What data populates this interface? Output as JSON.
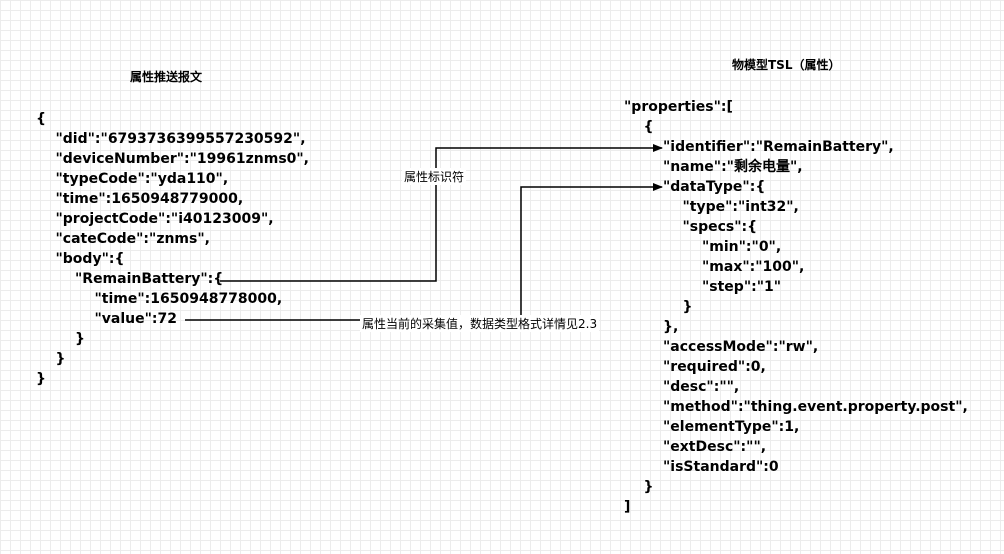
{
  "left_panel": {
    "title": "属性推送报文",
    "lines": [
      "{",
      "    \"did\":\"6793736399557230592\",",
      "    \"deviceNumber\":\"19961znms0\",",
      "    \"typeCode\":\"yda110\",",
      "    \"time\":1650948779000,",
      "    \"projectCode\":\"i40123009\",",
      "    \"cateCode\":\"znms\",",
      "    \"body\":{",
      "        \"RemainBattery\":{",
      "            \"time\":1650948778000,",
      "            \"value\":72",
      "        }",
      "    }",
      "}"
    ]
  },
  "right_panel": {
    "title": "物模型TSL（属性）",
    "lines": [
      "\"properties\":[",
      "    {",
      "        \"identifier\":\"RemainBattery\",",
      "        \"name\":\"剩余电量\",",
      "        \"dataType\":{",
      "            \"type\":\"int32\",",
      "            \"specs\":{",
      "                \"min\":\"0\",",
      "                \"max\":\"100\",",
      "                \"step\":\"1\"",
      "            }",
      "        },",
      "        \"accessMode\":\"rw\",",
      "        \"required\":0,",
      "        \"desc\":\"\",",
      "        \"method\":\"thing.event.property.post\",",
      "        \"elementType\":1,",
      "        \"extDesc\":\"\",",
      "        \"isStandard\":0",
      "    }",
      "]"
    ]
  },
  "connectors": [
    {
      "label": "属性标识符"
    },
    {
      "label": "属性当前的采集值，数据类型格式详情见2.3"
    }
  ],
  "colors": {
    "line": "#000000",
    "grid": "#ececec",
    "background": "#ffffff"
  }
}
